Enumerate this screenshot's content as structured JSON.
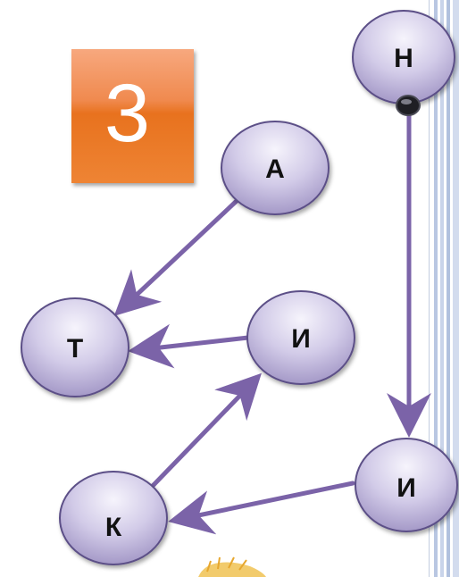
{
  "badge": {
    "text": "3"
  },
  "nodes": {
    "n": "Н",
    "a": "А",
    "t": "Т",
    "i1": "И",
    "k": "К",
    "i2": "И"
  },
  "colors": {
    "node_fill_top": "#f3f1fb",
    "node_fill_bottom": "#a79cc8",
    "node_stroke": "#5b4f87",
    "arrow": "#7b63a8",
    "badge": "#ee8434",
    "rail": "#b7c6e0"
  }
}
